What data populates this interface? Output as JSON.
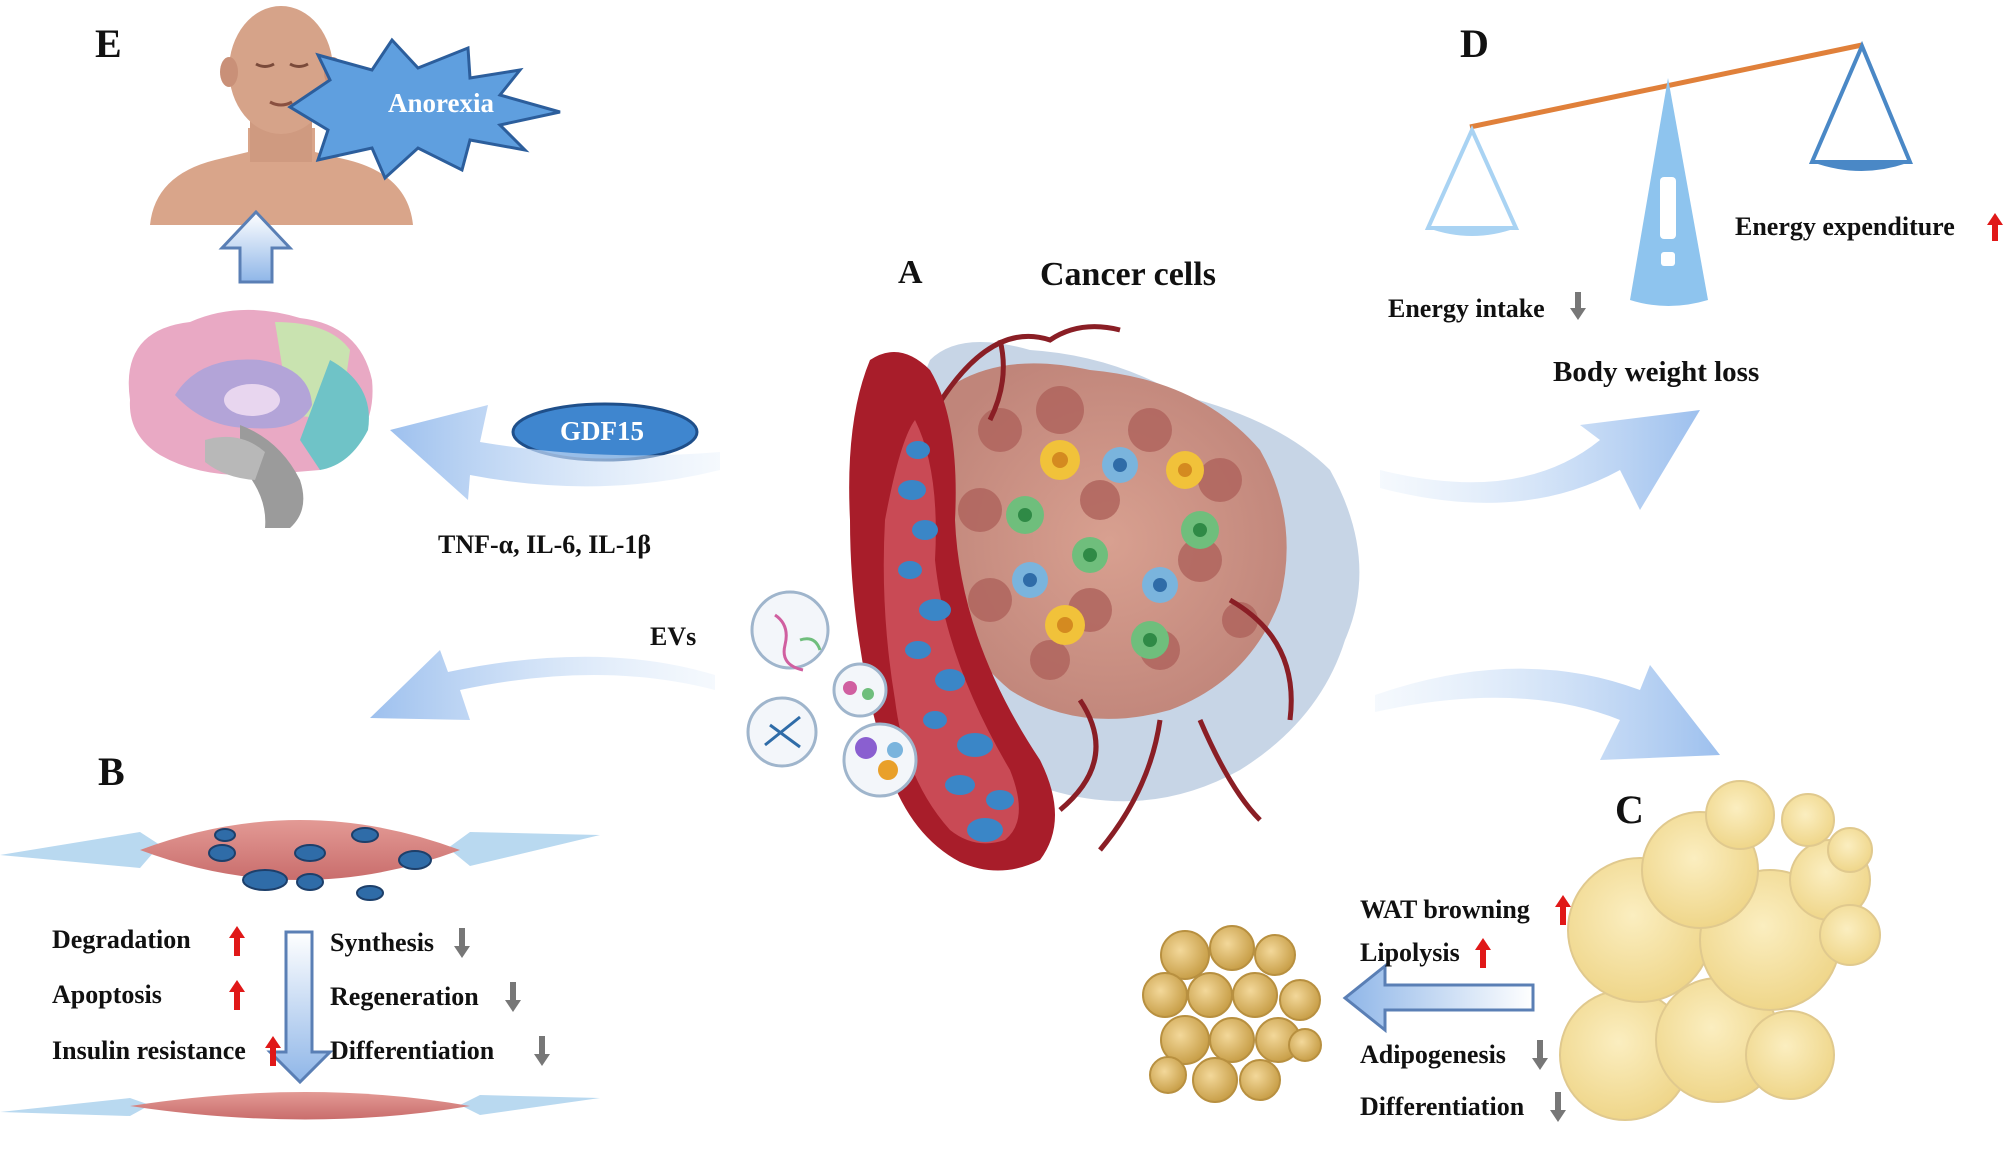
{
  "panels": {
    "A": {
      "letter": "A",
      "title": "Cancer cells"
    },
    "B": {
      "letter": "B",
      "up": [
        "Degradation",
        "Apoptosis",
        "Insulin resistance"
      ],
      "down": [
        "Synthesis",
        "Regeneration",
        "Differentiation"
      ]
    },
    "C": {
      "letter": "C",
      "up": [
        "WAT browning",
        "Lipolysis"
      ],
      "down": [
        "Adipogenesis",
        "Differentiation"
      ]
    },
    "D": {
      "letter": "D",
      "intake": "Energy intake",
      "expenditure": "Energy expenditure",
      "result": "Body weight loss"
    },
    "E": {
      "letter": "E",
      "symptom": "Anorexia"
    }
  },
  "mediators": {
    "gdf": "GDF15",
    "cytokines": "TNF-α, IL-6, IL-1β",
    "evs": "EVs"
  },
  "colors": {
    "up_arrow": "#e01818",
    "down_arrow": "#777777",
    "flow_arrow": "#a9c8f0",
    "gdf_badge": "#3f86cf",
    "burst": "#5f9fdf",
    "vessel": "#a81d2a",
    "tumor": "#c98a7c",
    "muscle": "#d98a86",
    "fat": "#f6e3a4",
    "scale": "#8ec4ee",
    "beam": "#e0803a"
  },
  "icons": {
    "up": "up-arrow-icon",
    "down": "down-arrow-icon"
  }
}
